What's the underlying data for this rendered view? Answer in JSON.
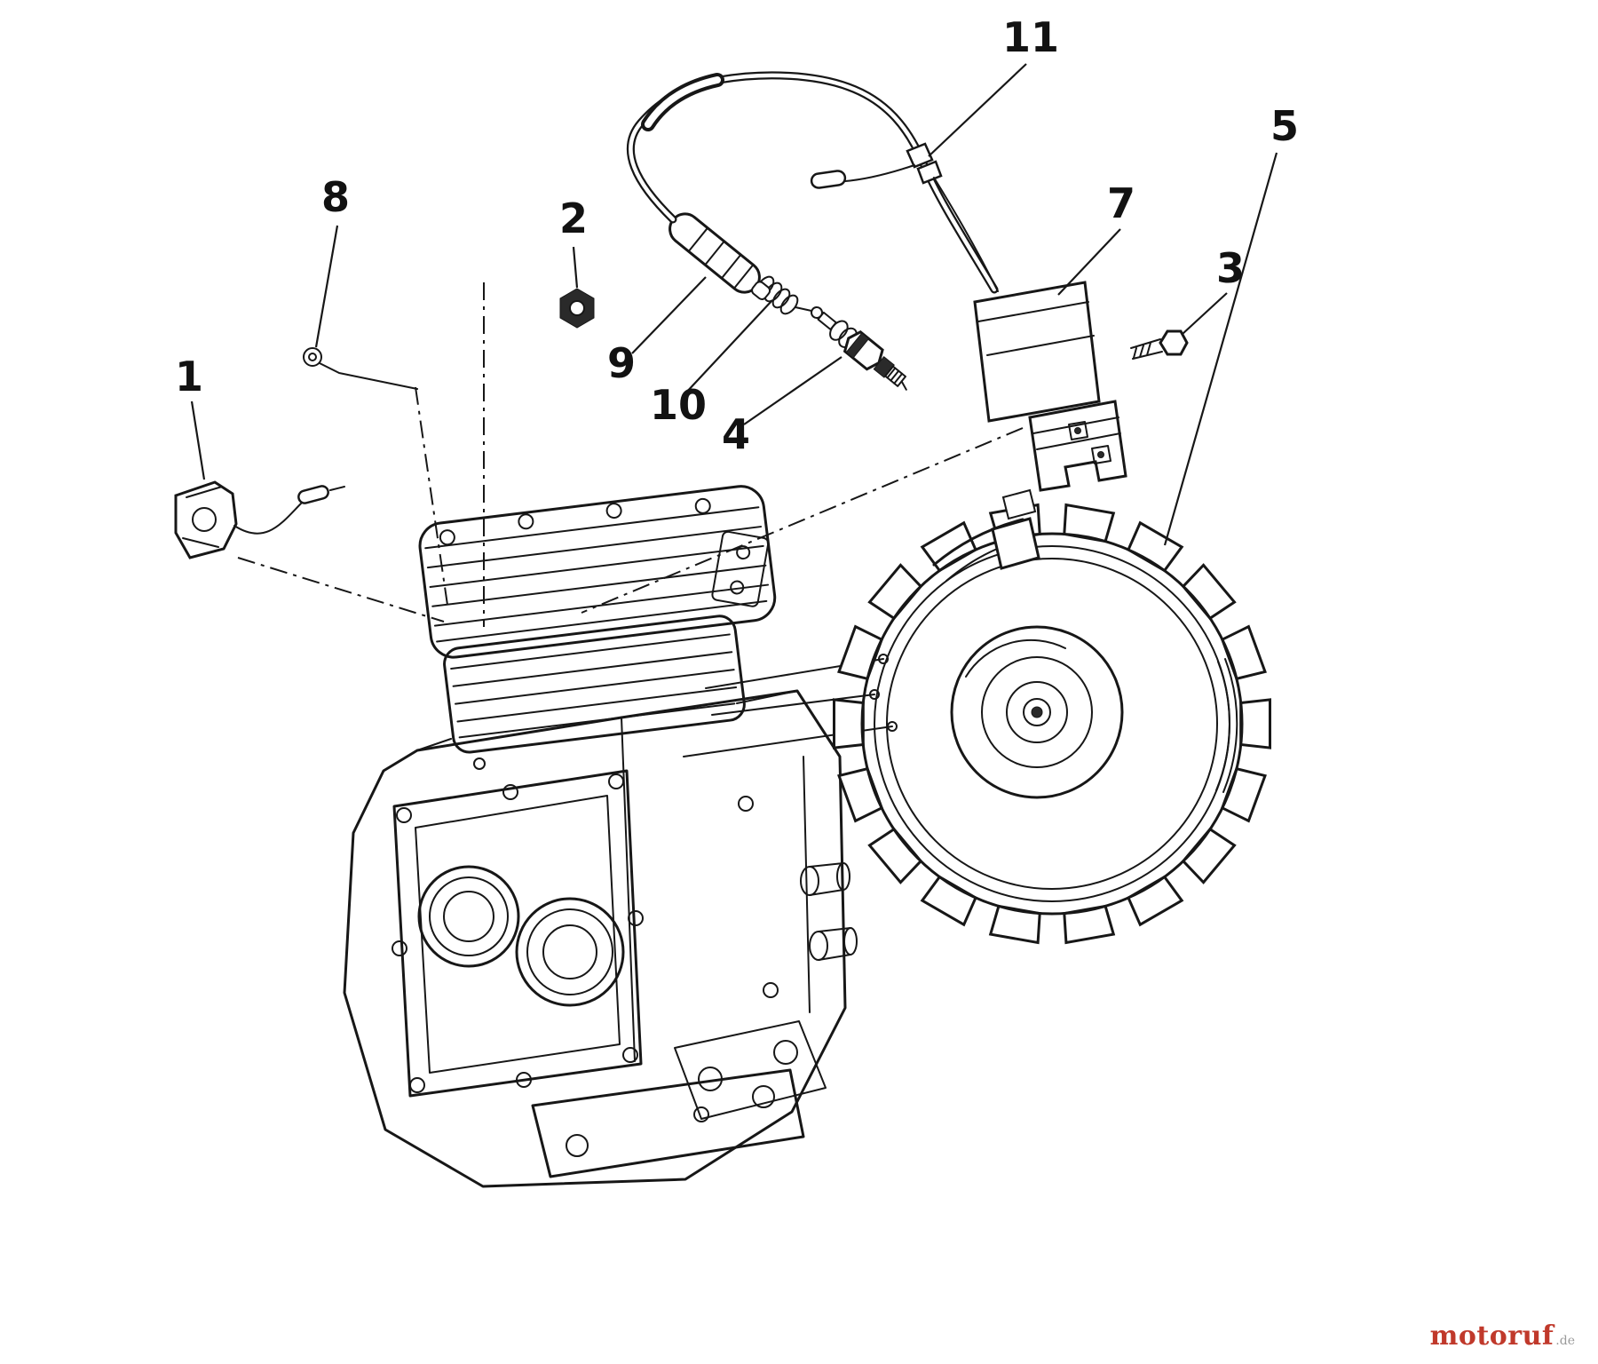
{
  "page": {
    "background": "#ffffff"
  },
  "diagram": {
    "type": "exploded-parts-diagram",
    "subject": "engine-ignition-group",
    "ink_color": "#171717",
    "callouts": [
      {
        "label": "1"
      },
      {
        "label": "2"
      },
      {
        "label": "3"
      },
      {
        "label": "4"
      },
      {
        "label": "5"
      },
      {
        "label": "7"
      },
      {
        "label": "8"
      },
      {
        "label": "9"
      },
      {
        "label": "10"
      },
      {
        "label": "11"
      }
    ]
  },
  "watermark": {
    "brand": "motoruf",
    "suffix": ".de",
    "brand_color": "#c0392b",
    "suffix_color": "#9a9a9a"
  }
}
